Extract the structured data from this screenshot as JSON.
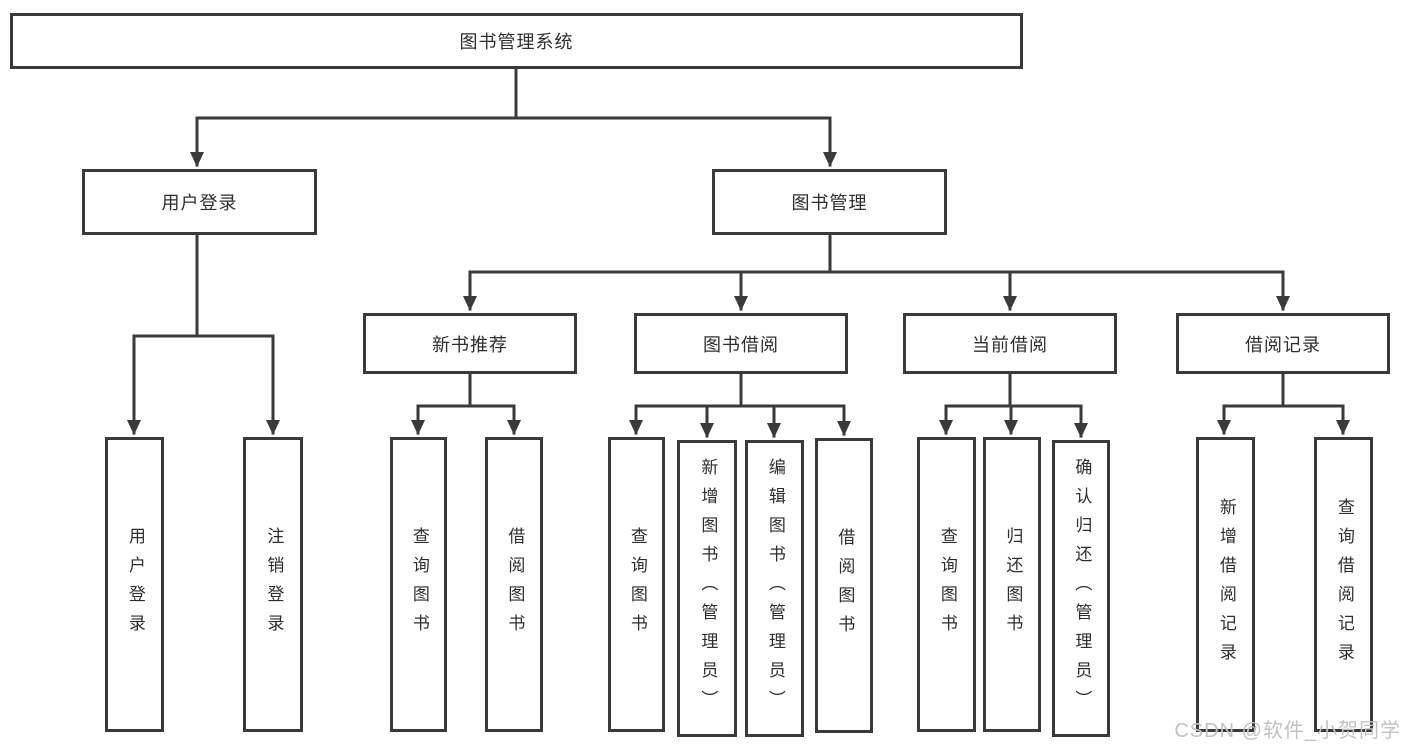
{
  "tree": {
    "root": {
      "label": "图书管理系统",
      "children": [
        {
          "label": "用户登录",
          "children": [
            {
              "label": "用户登录"
            },
            {
              "label": "注销登录"
            }
          ]
        },
        {
          "label": "图书管理",
          "children": [
            {
              "label": "新书推荐",
              "children": [
                {
                  "label": "查询图书"
                },
                {
                  "label": "借阅图书"
                }
              ]
            },
            {
              "label": "图书借阅",
              "children": [
                {
                  "label": "查询图书"
                },
                {
                  "label": "新增图书（管理员）"
                },
                {
                  "label": "编辑图书（管理员）"
                },
                {
                  "label": "借阅图书"
                }
              ]
            },
            {
              "label": "当前借阅",
              "children": [
                {
                  "label": "查询图书"
                },
                {
                  "label": "归还图书"
                },
                {
                  "label": "确认归还（管理员）"
                }
              ]
            },
            {
              "label": "借阅记录",
              "children": [
                {
                  "label": "新增借阅记录"
                },
                {
                  "label": "查询借阅记录"
                }
              ]
            }
          ]
        }
      ]
    }
  },
  "watermark": {
    "text": "CSDN @软件_小贺同学"
  },
  "colors": {
    "line": "#3a3a3a",
    "box_background": "#ffffff",
    "text": "#2e2e2e",
    "watermark": "#c2c2c2"
  }
}
